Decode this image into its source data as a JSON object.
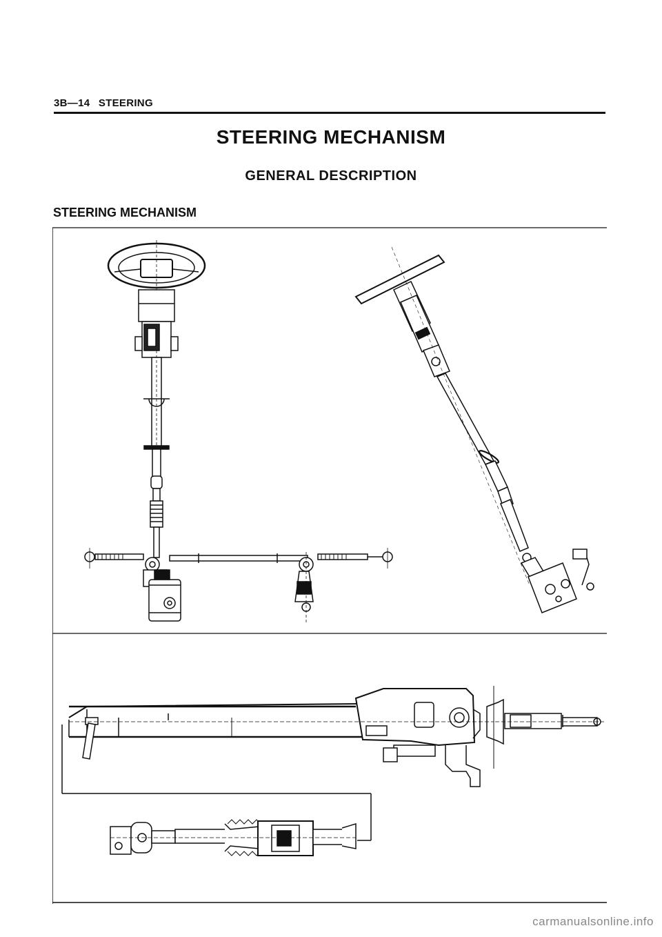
{
  "header": {
    "section": "3B—14",
    "chapter": "STEERING"
  },
  "title": "STEERING MECHANISM",
  "subtitle": "GENERAL DESCRIPTION",
  "figure_label": "STEERING MECHANISM",
  "watermark": "carmanualsonline.info"
}
